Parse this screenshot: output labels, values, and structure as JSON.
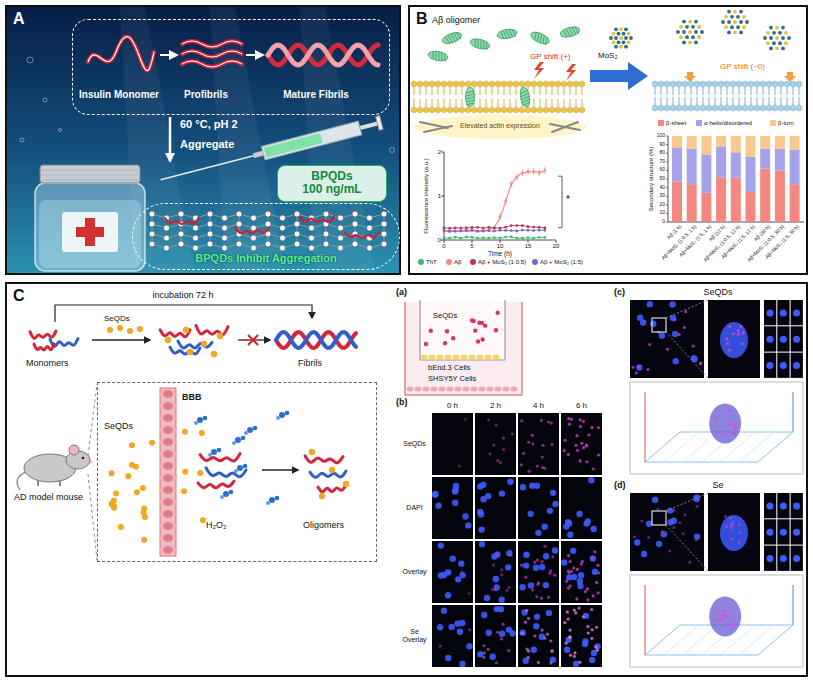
{
  "diagram": {
    "nodes": [
      {
        "text": [
          "A"
        ]
      },
      {
        "text": [
          "Insulin Monomer",
          "Profibrils",
          "Mature Fibrils"
        ],
        "in": 0
      },
      {
        "text": [
          "BPQDs 100 ng/mL"
        ],
        "in": 0
      },
      {
        "text": [
          "BPQDs Inhibit Aggregation"
        ],
        "in": 0
      },
      {
        "text": [
          "B"
        ]
      },
      {
        "text": [
          "C"
        ]
      },
      {
        "text": [
          "SeQDs",
          "BBB",
          "H₂O₂",
          "Oligomers"
        ],
        "in": 5
      }
    ],
    "labels": [
      "60 °C, pH 2",
      "Aggregate",
      "Aβ oligomer",
      "GP shift (+)",
      "MoS₂",
      "GP shift (~0)",
      "Elevated actin expression",
      "Fluorescence intensity (a.u.)",
      "0",
      "1",
      "2",
      "0",
      "5",
      "10",
      "15",
      "20",
      "Time (h)",
      "*",
      "Secondary structure (%)",
      "0",
      "10",
      "20",
      "30",
      "40",
      "50",
      "60",
      "70",
      "80",
      "90",
      "100",
      "Aβ (1 h)",
      "Aβ+MoS₂ (1:0.5, 1 h)",
      "Aβ+MoS₂ (1:5, 1 h)",
      "Aβ (12 h)",
      "Aβ+MoS₂ (1:0.5, 12 h)",
      "Aβ+MoS₂ (1:5, 12 h)",
      "Aβ (30 h)",
      "Aβ+MoS₂ (1:0.5, 30 h)",
      "Aβ+MoS₂ (1:5, 30 h)",
      "incubation 72 h",
      "Monomers",
      "SeQDs",
      "Fibrils",
      "AD model mouse",
      "(a)",
      "SeQDs",
      "bEnd.3 Cells",
      "SHSY5Y Cells",
      "(b)",
      "0 h",
      "2 h",
      "4 h",
      "6 h",
      "SeQDs",
      "DAPI",
      "Overlay",
      "Se Overlay",
      "(c)",
      "SeQDs",
      "(d)",
      "Se"
    ],
    "legend": [
      {
        "text": "β-sheet",
        "color": "#f4877f"
      },
      {
        "text": "α-helix/disordered",
        "color": "#a7a3ea"
      },
      {
        "text": "β-turn",
        "color": "#f8c88f"
      },
      {
        "text": "ThT",
        "color": "#3dbb6b"
      },
      {
        "text": "Aβ",
        "color": "#f28a8a"
      },
      {
        "text": "Aβ + MoS₂ (1:0.5)",
        "color": "#b5345a"
      },
      {
        "text": "Aβ + MoS₂ (1:5)",
        "color": "#7d63c6"
      }
    ]
  }
}
